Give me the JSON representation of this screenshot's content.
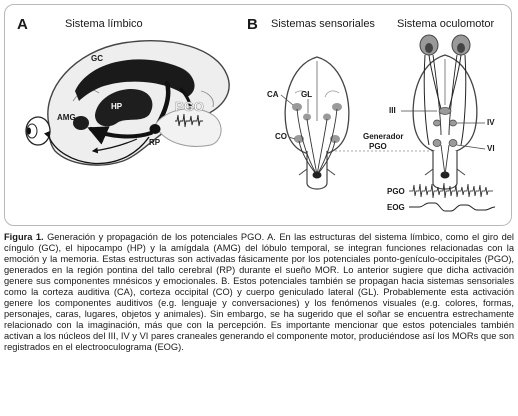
{
  "panel_a": {
    "letter": "A",
    "title": "Sistema límbico",
    "labels": {
      "gc": "GC",
      "hp": "HP",
      "amg": "AMG",
      "rp": "RP",
      "pgo": "PGO"
    }
  },
  "panel_b": {
    "letter": "B",
    "title_sensory": "Sistemas sensoriales",
    "title_oculomotor": "Sistema oculomotor",
    "labels": {
      "ca": "CA",
      "gl": "GL",
      "co": "CO",
      "generator_line1": "Generador",
      "generator_line2": "PGO",
      "iii": "III",
      "iv": "IV",
      "vi": "VI",
      "pgo_trace": "PGO",
      "eog_trace": "EOG"
    }
  },
  "caption": {
    "label": "Figura 1.",
    "text": "Generación y propagación de los potenciales PGO. A. En las estructuras del sistema límbico, como el giro del cíngulo (GC), el hipocampo (HP) y la amígdala (AMG) del lóbulo temporal, se integran funciones relacionadas con la emoción y la memoria. Estas estructuras son activadas fásicamente por los potenciales ponto-genículo-occipitales (PGO), generados en la región pontina del tallo cerebral (RP) durante el sueño MOR. Lo anterior sugiere que dicha activación genere sus componentes mnésicos y emocionales. B. Estos potenciales también se propagan hacia sistemas sensoriales como la corteza auditiva (CA), corteza occipital (CO) y cuerpo geniculado lateral (GL). Probablemente esta activación genere los componentes auditivos (e.g. lenguaje y conversaciones) y los fenómenos visuales (e.g. colores, formas, personajes, caras, lugares, objetos y animales). Sin embargo, se ha sugerido que el soñar se encuentra estrechamente relacionado con la imaginación, más que con la percepción. Es importante mencionar que estos potenciales también activan a los núcleos del III, IV y VI pares craneales generando el componente motor, produciéndose así los MORs que son registrados en el electrooculograma (EOG)."
  }
}
